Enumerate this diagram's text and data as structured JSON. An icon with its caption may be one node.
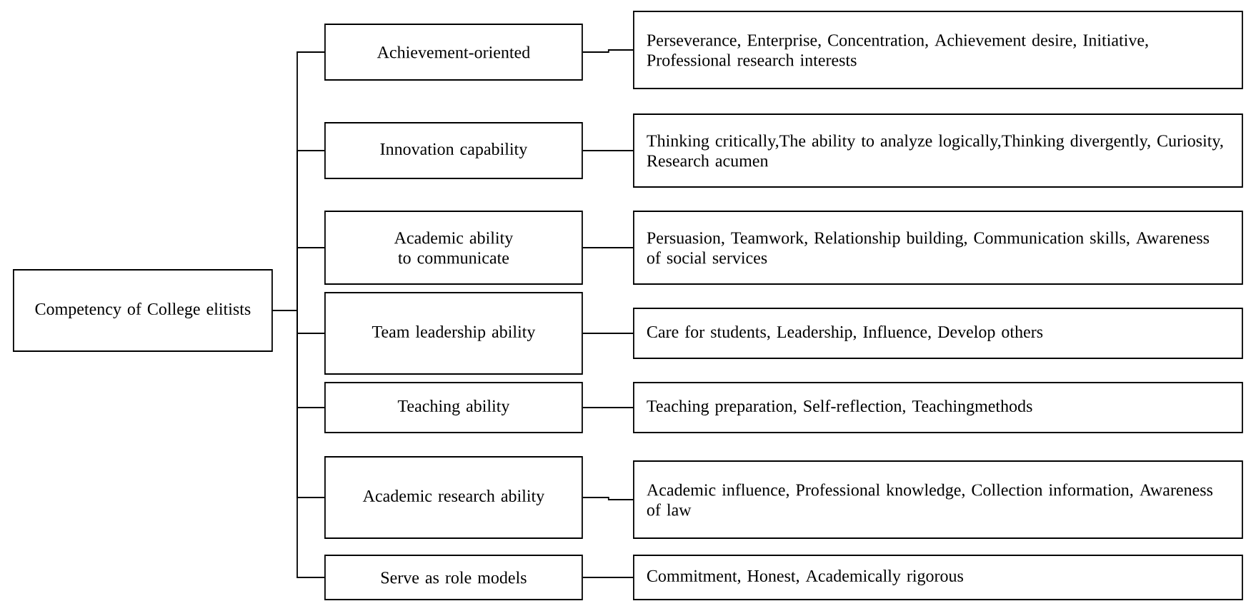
{
  "diagram": {
    "nodes": [
      {
        "text": [
          "Competency of College elitists"
        ]
      },
      {
        "text": [
          "Achievement-oriented"
        ]
      },
      {
        "text": [
          "Innovation capability"
        ]
      },
      {
        "text": [
          "Academic ability to communicate"
        ]
      },
      {
        "text": [
          "Team leadership ability"
        ]
      },
      {
        "text": [
          "Teaching ability"
        ]
      },
      {
        "text": [
          "Academic research ability"
        ]
      },
      {
        "text": [
          "Serve as role models"
        ]
      },
      {
        "text": [
          "Perseverance, Enterprise, Concentration, Achievement desire, Initiative, Professional research interests"
        ]
      },
      {
        "text": [
          "Thinking critically,The ability to analyze logically,Thinking divergently, Curiosity, Research acumen"
        ]
      },
      {
        "text": [
          "Persuasion, Teamwork, Relationship building, Communication skills, Awareness of social services"
        ]
      },
      {
        "text": [
          "Care for students, Leadership, Influence, Develop others"
        ]
      },
      {
        "text": [
          "Teaching preparation, Self-reflection, Teachingmethods"
        ]
      },
      {
        "text": [
          "Academic influence, Professional knowledge, Collection information, Awareness of law"
        ]
      },
      {
        "text": [
          "Commitment, Honest, Academically rigorous"
        ]
      }
    ],
    "edges": [
      {
        "from": 0,
        "to": 1,
        "arrow": "none"
      },
      {
        "from": 0,
        "to": 2,
        "arrow": "none"
      },
      {
        "from": 0,
        "to": 3,
        "arrow": "none"
      },
      {
        "from": 0,
        "to": 4,
        "arrow": "none"
      },
      {
        "from": 0,
        "to": 5,
        "arrow": "none"
      },
      {
        "from": 0,
        "to": 6,
        "arrow": "none"
      },
      {
        "from": 0,
        "to": 7,
        "arrow": "none"
      },
      {
        "from": 1,
        "to": 8,
        "arrow": "none"
      },
      {
        "from": 2,
        "to": 9,
        "arrow": "none"
      },
      {
        "from": 3,
        "to": 10,
        "arrow": "none"
      },
      {
        "from": 4,
        "to": 11,
        "arrow": "none"
      },
      {
        "from": 5,
        "to": 12,
        "arrow": "none"
      },
      {
        "from": 6,
        "to": 13,
        "arrow": "none"
      },
      {
        "from": 7,
        "to": 14,
        "arrow": "none"
      }
    ]
  }
}
